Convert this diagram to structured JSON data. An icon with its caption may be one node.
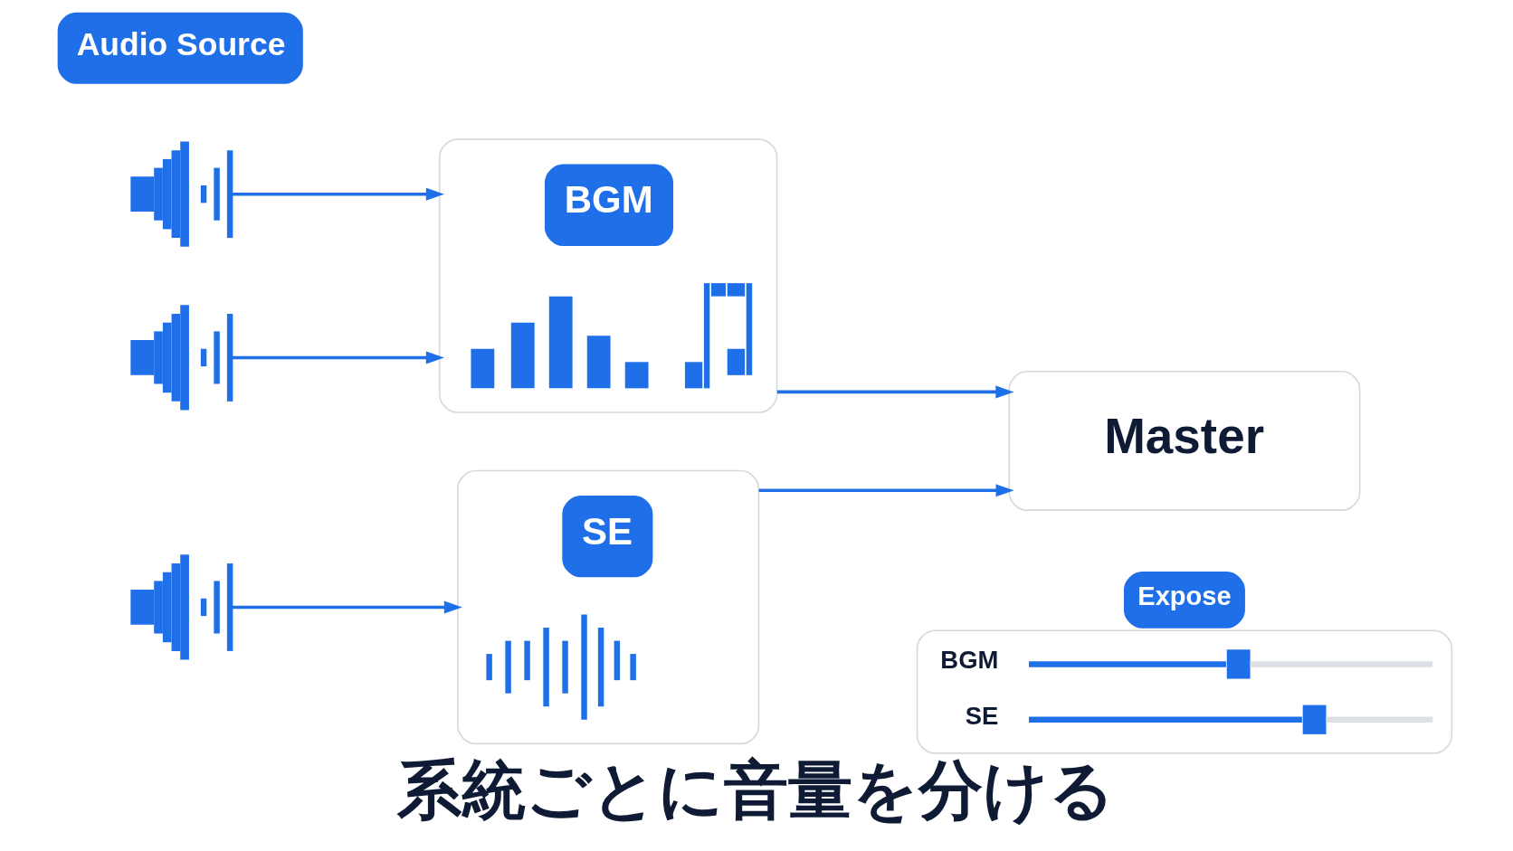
{
  "diagram": {
    "caption": "系統ごとに音量を分ける",
    "nodes": [
      {
        "text": [
          "Audio Source"
        ]
      },
      {
        "text": [],
        "shape": "picture"
      },
      {
        "text": [],
        "shape": "picture"
      },
      {
        "text": [],
        "shape": "picture"
      },
      {
        "text": [
          "BGM"
        ]
      },
      {
        "text": [
          "SE"
        ]
      },
      {
        "text": [
          "Master"
        ]
      },
      {
        "text": [
          "Expose",
          "BGM",
          "SE"
        ]
      }
    ],
    "edges": [
      {
        "from": 1,
        "to": 4,
        "arrow": "to"
      },
      {
        "from": 2,
        "to": 4,
        "arrow": "to"
      },
      {
        "from": 3,
        "to": 5,
        "arrow": "to"
      },
      {
        "from": 4,
        "to": 6,
        "arrow": "to"
      },
      {
        "from": 5,
        "to": 6,
        "arrow": "to"
      }
    ]
  }
}
